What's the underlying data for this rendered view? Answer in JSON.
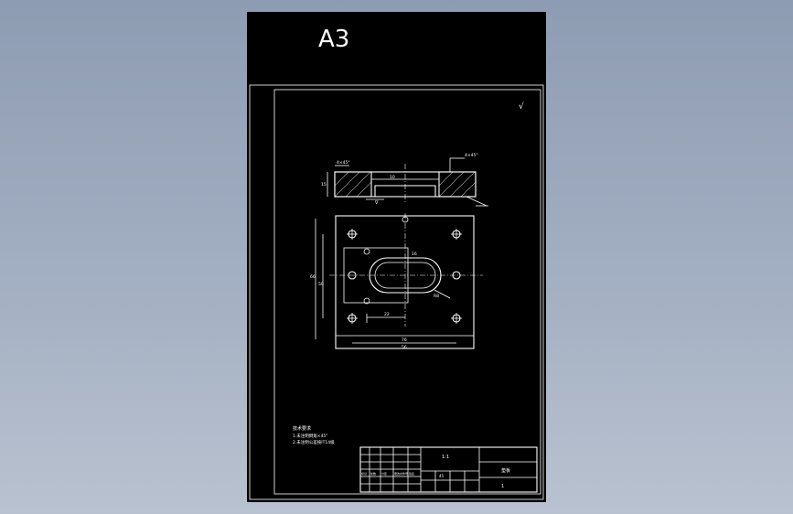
{
  "sheet": {
    "size_label": "A3",
    "roughness_mark": "√",
    "colors": {
      "background": "#000000",
      "lines": "#ffffff"
    }
  },
  "drawing": {
    "section_dims": {
      "left_chamfer": "4×45°",
      "right_callout": "4×45°",
      "height": "15",
      "slot_depth": "10",
      "bottom": "∇"
    },
    "plan_dims": {
      "overall_width": "76",
      "hole_span_x": "56",
      "overall_height": "66",
      "hole_span_y": "50",
      "slot_callout": "R8",
      "slot_width": "16",
      "center_offset": "22"
    }
  },
  "notes": {
    "title": "技术要求",
    "lines": [
      "1.未注明倒角×45°",
      "2.未注明公差按IT14级"
    ]
  },
  "title_block": {
    "center_text": "1:1",
    "right_top": "",
    "right_name": "垫板",
    "material": "45",
    "sheet_no": "1",
    "row_labels": [
      "标记",
      "处数",
      "分区",
      "更改文件号",
      "签名"
    ]
  }
}
